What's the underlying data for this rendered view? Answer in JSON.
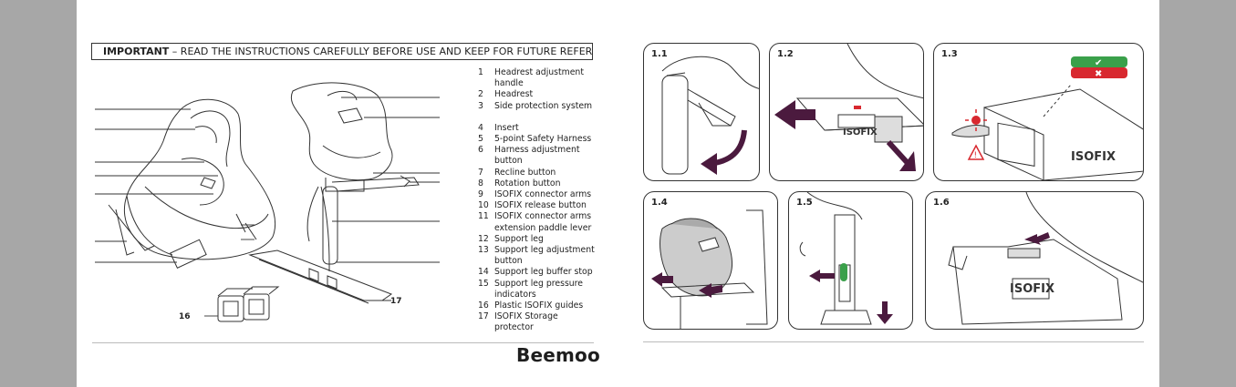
{
  "header": {
    "important": "IMPORTANT",
    "text": " – READ THE INSTRUCTIONS CAREFULLY BEFORE USE AND KEEP FOR FUTURE REFERENCE"
  },
  "legend": [
    {
      "n": "1",
      "t": "Headrest adjustment handle"
    },
    {
      "n": "2",
      "t": "Headrest"
    },
    {
      "n": "3",
      "t": "Side  protection system"
    },
    {
      "n": "4",
      "t": "Insert"
    },
    {
      "n": "5",
      "t": "5-point Safety Harness"
    },
    {
      "n": "6",
      "t": "Harness adjustment button"
    },
    {
      "n": "7",
      "t": "Recline button"
    },
    {
      "n": "8",
      "t": "Rotation button"
    },
    {
      "n": "9",
      "t": "ISOFIX connector arms"
    },
    {
      "n": "10",
      "t": "ISOFIX release button"
    },
    {
      "n": "11",
      "t": "ISOFIX connector arms extension paddle lever"
    },
    {
      "n": "12",
      "t": "Support leg"
    },
    {
      "n": "13",
      "t": "Support leg adjustment button"
    },
    {
      "n": "14",
      "t": "Support leg buffer stop"
    },
    {
      "n": "15",
      "t": "Support leg pressure indicators"
    },
    {
      "n": "16",
      "t": "Plastic ISOFIX guides"
    },
    {
      "n": "17",
      "t": "ISOFIX Storage protector"
    }
  ],
  "callouts": {
    "guides": "16",
    "storage": "17"
  },
  "brand": "Beemoo",
  "steps": [
    {
      "label": "1.1"
    },
    {
      "label": "1.2"
    },
    {
      "label": "1.3"
    },
    {
      "label": "1.4"
    },
    {
      "label": "1.5"
    },
    {
      "label": "1.6"
    }
  ],
  "isofix_text": "ISOFIX",
  "colors": {
    "accent": "#5a1f4a",
    "ok": "#3aa04a",
    "error": "#d8282f",
    "text": "#222222"
  }
}
